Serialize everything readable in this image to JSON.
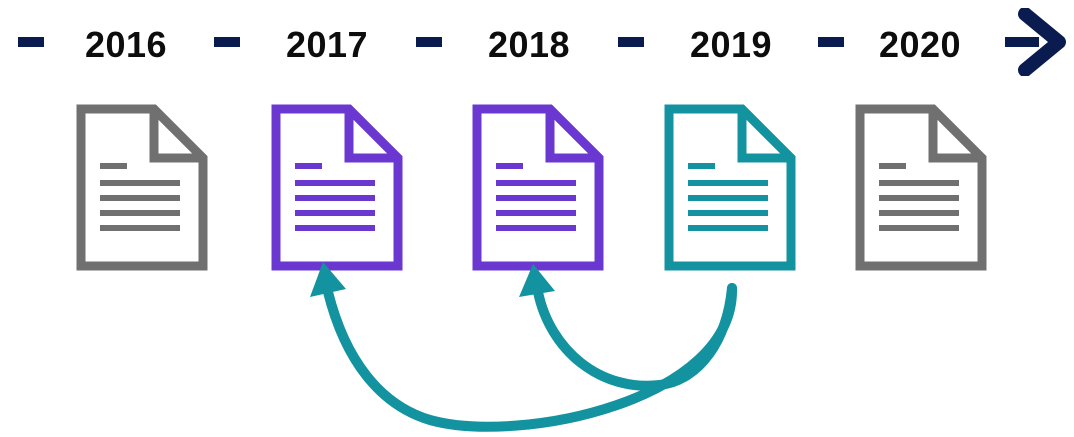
{
  "timeline": {
    "years": [
      "2016",
      "2017",
      "2018",
      "2019",
      "2020"
    ],
    "line_color": "#0a1b4f"
  },
  "documents": [
    {
      "year": "2016",
      "color": "#707070",
      "icon": "document-icon"
    },
    {
      "year": "2017",
      "color": "#6a38d0",
      "icon": "document-icon"
    },
    {
      "year": "2018",
      "color": "#6a38d0",
      "icon": "document-icon"
    },
    {
      "year": "2019",
      "color": "#13939f",
      "icon": "document-icon"
    },
    {
      "year": "2020",
      "color": "#707070",
      "icon": "document-icon"
    }
  ],
  "references": [
    {
      "from": "2019",
      "to": "2017",
      "color": "#13939f"
    },
    {
      "from": "2019",
      "to": "2018",
      "color": "#13939f"
    }
  ]
}
